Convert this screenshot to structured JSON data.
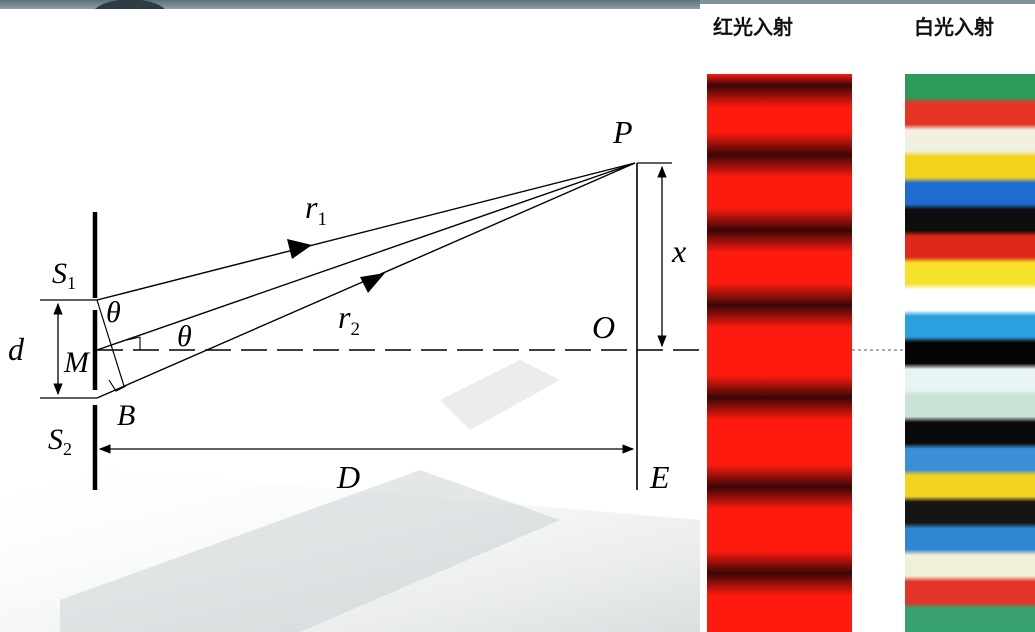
{
  "labels": {
    "S1": "S",
    "S1_sub": "1",
    "S2": "S",
    "S2_sub": "2",
    "d": "d",
    "M": "M",
    "B": "B",
    "theta_top": "θ",
    "theta_mid": "θ",
    "r1": "r",
    "r1_sub": "1",
    "r2": "r",
    "r2_sub": "2",
    "P": "P",
    "O": "O",
    "x": "x",
    "D": "D",
    "E": "E"
  },
  "captions": {
    "red": "红光入射",
    "white": "白光入射"
  },
  "colors": {
    "ink": "#000000",
    "red_bright": "#ff1a0f",
    "red_dark": "#3a0606"
  },
  "fringes": {
    "red_dark_centers": [
      0.02,
      0.145,
      0.28,
      0.415,
      0.58,
      0.74,
      0.895
    ],
    "white_bands": [
      "#2e9a5a",
      "#e63322",
      "#f0f0e0",
      "#f2d31a",
      "#1f6bd0",
      "#0d0d0d",
      "#e02818",
      "#f5e22a",
      "#ffffff",
      "#2aa0e0",
      "#050505",
      "#e8f4f4",
      "#c8e2d4",
      "#0a0a0a",
      "#3a8fd6",
      "#f2d320",
      "#151515",
      "#2f86d2",
      "#f0f0d8",
      "#e3342a",
      "#36a070"
    ]
  }
}
